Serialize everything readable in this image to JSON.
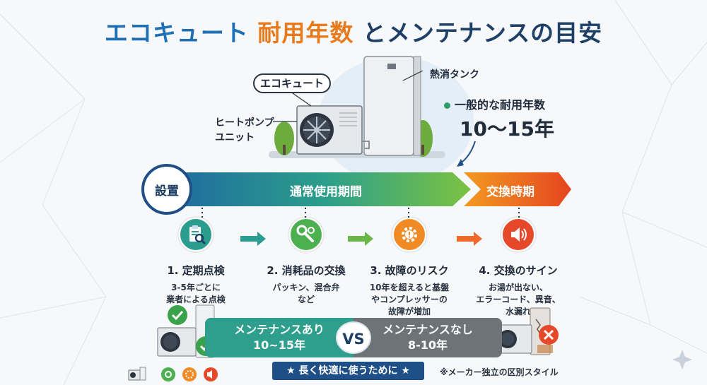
{
  "title": {
    "part1": "エコキュート",
    "part2": "耐用年数",
    "part3": "とメンテナンスの目安"
  },
  "illustration": {
    "bubble_label": "エコキュート",
    "tank_label": "熱消タンク",
    "heat_pump_label_line1": "ヒートポンプ",
    "heat_pump_label_line2": "ユニット"
  },
  "lifespan": {
    "label": "一般的な耐用年数",
    "value": "10〜15年"
  },
  "timeline": {
    "setup": "設置",
    "normal": "通常使用期間",
    "replace": "交換時期"
  },
  "steps": [
    {
      "title": "1. 定期点検",
      "desc": "3-5年ごとに\n業者による点検",
      "icon": "clipboard-search-icon",
      "color": "#2a9d8f"
    },
    {
      "title": "2. 消耗品の交換",
      "desc": "パッキン、混合弁\nなど",
      "icon": "wrench-icon",
      "color": "#4caf50"
    },
    {
      "title": "3. 故障のリスク",
      "desc": "10年を超えると基盤\nやコンプレッサーの\n故障が増加",
      "icon": "gear-warning-icon",
      "color": "#f08a24"
    },
    {
      "title": "4. 交換のサイン",
      "desc": "お湯が出ない、\nエラーコード、異音、\n水漏れ",
      "icon": "speaker-alert-icon",
      "color": "#e6482a"
    }
  ],
  "comparison": {
    "with_label": "メンテナンスあり",
    "with_value": "10~15年",
    "vs": "VS",
    "without_label": "メンテナンスなし",
    "without_value": "8-10年"
  },
  "banner": "★ 長く快適に使うために ★",
  "note": "※メーカー独立の区別スタイル",
  "colors": {
    "primary": "#1e4f87",
    "accent_orange": "#e87a1c",
    "teal": "#2d9f8c",
    "green": "#5cb85c",
    "red": "#e6482a",
    "gray": "#6e7378"
  }
}
